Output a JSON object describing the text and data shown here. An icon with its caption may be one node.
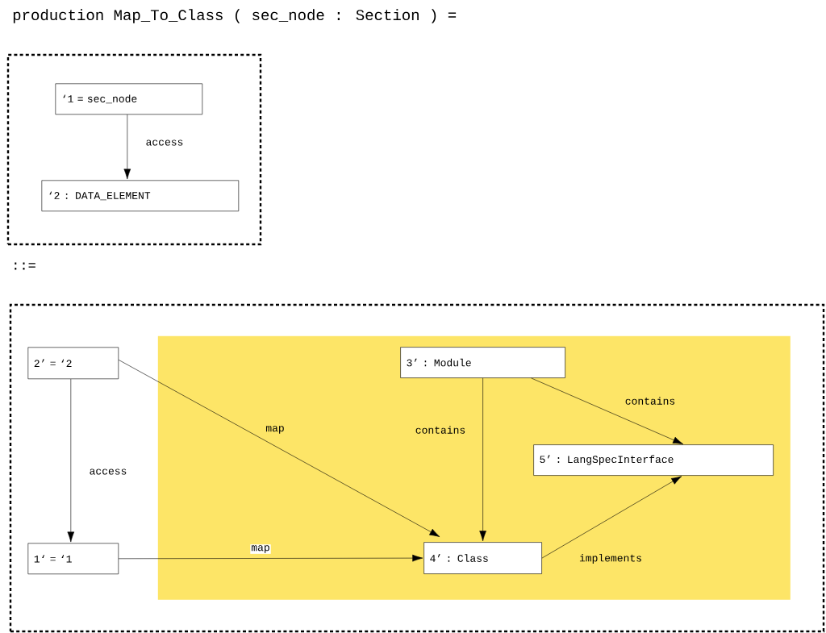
{
  "diagram": {
    "title": "production Map_To_Class ( sec_node : Section ) =",
    "nodes": [
      {
        "text": [],
        "shape": "box"
      },
      {
        "text": [
          "‘1 = sec_node"
        ],
        "in": 0
      },
      {
        "text": [
          "‘2 : DATA_ELEMENT"
        ],
        "in": 0
      },
      {
        "text": [],
        "shape": "box"
      },
      {
        "text": [],
        "shape": "box",
        "in": 3
      },
      {
        "text": [
          "2’ = ‘2"
        ],
        "in": 3
      },
      {
        "text": [
          "3’ : Module"
        ],
        "in": 4
      },
      {
        "text": [
          "5’ : LangSpecInterface"
        ],
        "in": 4
      },
      {
        "text": [
          "1‘ = ‘1"
        ],
        "in": 3
      },
      {
        "text": [
          "4’ : Class"
        ],
        "in": 4
      }
    ],
    "edges": [
      {
        "from": 1,
        "to": 2,
        "arrow": "to",
        "label": "access"
      },
      {
        "from": 5,
        "to": 8,
        "arrow": "to",
        "label": "access"
      },
      {
        "from": 5,
        "to": 9,
        "arrow": "to",
        "label": "map"
      },
      {
        "from": 8,
        "to": 9,
        "arrow": "to",
        "label": "map"
      },
      {
        "from": 6,
        "to": 9,
        "arrow": "to",
        "label": "contains"
      },
      {
        "from": 6,
        "to": 7,
        "arrow": "to",
        "label": "contains"
      },
      {
        "from": 9,
        "to": 7,
        "arrow": "to",
        "label": "implements"
      }
    ],
    "labels": [
      "::="
    ]
  }
}
